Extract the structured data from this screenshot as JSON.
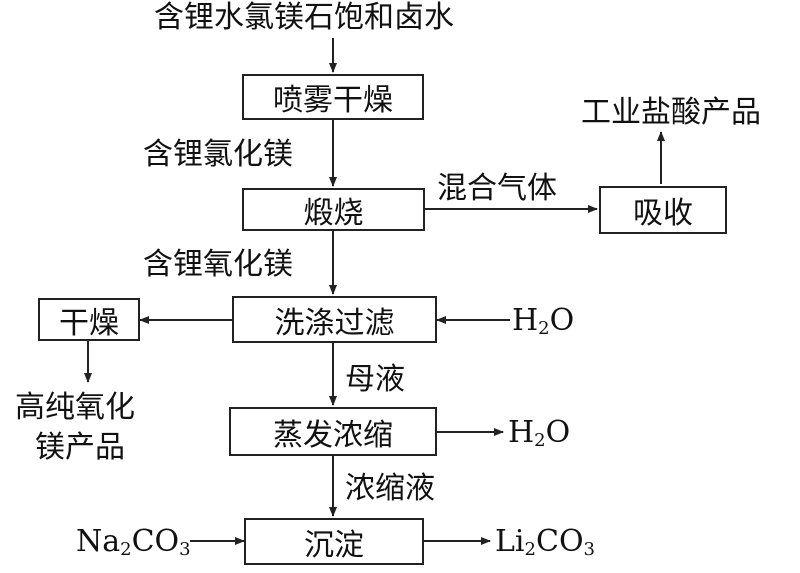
{
  "diagram": {
    "input_brine": "含锂水氯镁石饱和卤水",
    "steps": {
      "spray_dry": "喷雾干燥",
      "calcine": "煅烧",
      "absorb": "吸收",
      "wash_filter": "洗涤过滤",
      "dry": "干燥",
      "evaporate": "蒸发浓缩",
      "precipitate": "沉淀"
    },
    "labels": {
      "li_mgcl2": "含锂氯化镁",
      "mixed_gas": "混合气体",
      "hcl_product": "工业盐酸产品",
      "li_mgo": "含锂氧化镁",
      "mother_liquor": "母液",
      "concentrate": "浓缩液",
      "mgo_product_line1": "高纯氧化",
      "mgo_product_line2": "镁产品"
    },
    "formulas": {
      "water_in": {
        "a": "H",
        "sub": "2",
        "b": "O"
      },
      "water_out": {
        "a": "H",
        "sub": "2",
        "b": "O"
      },
      "na2co3": {
        "a": "Na",
        "sub": "2",
        "b": "CO",
        "sub2": "3"
      },
      "li2co3": {
        "a": "Li",
        "sub": "2",
        "b": "CO",
        "sub2": "3"
      }
    }
  }
}
